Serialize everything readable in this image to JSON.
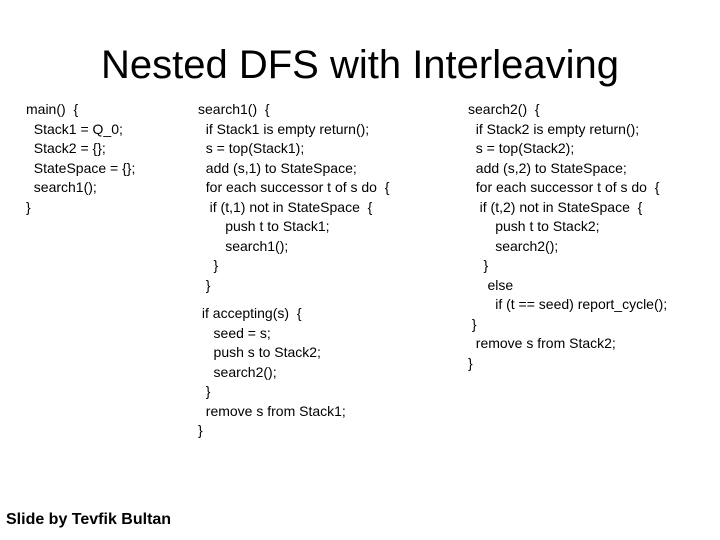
{
  "colors": {
    "background": "#ffffff",
    "text": "#000000"
  },
  "title": "Nested DFS with Interleaving",
  "footer": "Slide by Tevfik Bultan",
  "code": {
    "main": {
      "lines": [
        "main()  {",
        "  Stack1 = Q_0;",
        "  Stack2 = {};",
        "  StateSpace = {};",
        "  search1();",
        "}"
      ]
    },
    "search1": {
      "block1": [
        "search1()  {",
        "  if Stack1 is empty return();",
        "  s = top(Stack1);",
        "  add (s,1) to StateSpace;",
        "  for each successor t of s do  {",
        "   if (t,1) not in StateSpace  {",
        "       push t to Stack1;",
        "       search1();",
        "    }",
        "  }"
      ],
      "block2": [
        " if accepting(s)  {",
        "    seed = s;",
        "    push s to Stack2;",
        "    search2();",
        "  }",
        "  remove s from Stack1;",
        "}"
      ]
    },
    "search2": {
      "lines": [
        "search2()  {",
        "  if Stack2 is empty return();",
        "  s = top(Stack2);",
        "  add (s,2) to StateSpace;",
        "  for each successor t of s do  {",
        "   if (t,2) not in StateSpace  {",
        "       push t to Stack2;",
        "       search2();",
        "    }",
        "     else",
        "       if (t == seed) report_cycle();",
        " }",
        "  remove s from Stack2;",
        "}"
      ]
    }
  }
}
